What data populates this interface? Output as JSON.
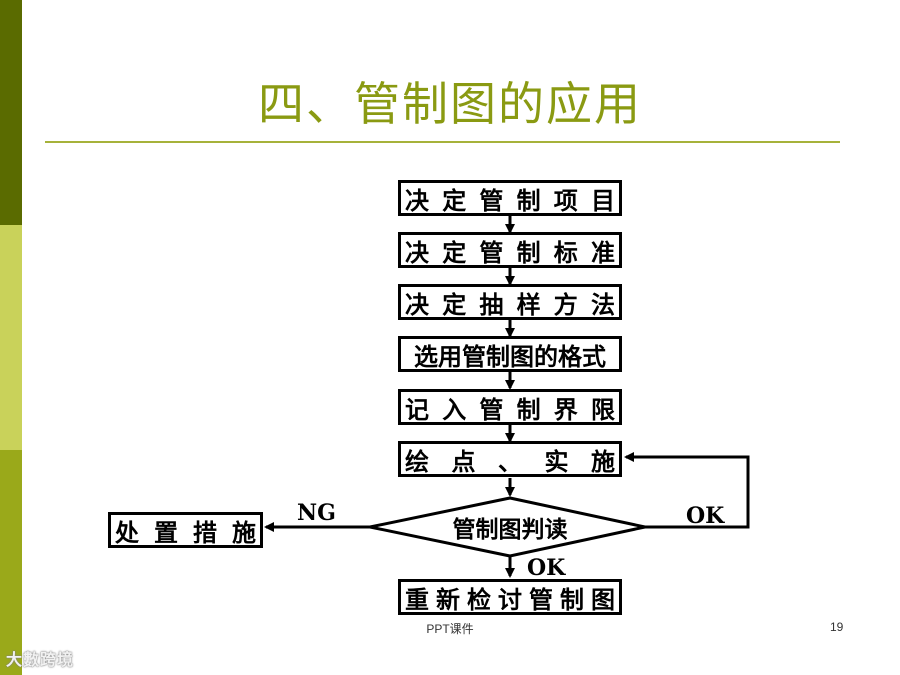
{
  "slide": {
    "title": "四、管制图的应用",
    "footer": "PPT课件",
    "page_number": "19",
    "watermark": "大數跨境"
  },
  "flow": {
    "steps": [
      [
        "决",
        "定",
        "管",
        "制",
        "项",
        "目"
      ],
      [
        "决",
        "定",
        "管",
        "制",
        "标",
        "准"
      ],
      [
        "决",
        "定",
        "抽",
        "样",
        "方",
        "法"
      ],
      [
        "选用管制图的格式"
      ],
      [
        "记",
        "入",
        "管",
        "制",
        "界",
        "限"
      ],
      [
        "绘",
        "点",
        "、",
        "实",
        "施"
      ]
    ],
    "decision": "管制图判读",
    "ng_action": [
      "处",
      "置",
      "措",
      "施"
    ],
    "final_step": [
      "重",
      "新",
      "检",
      "讨",
      "管",
      "制",
      "图"
    ],
    "labels": {
      "ng": "NG",
      "ok_loop": "OK",
      "ok_down": "OK"
    }
  }
}
